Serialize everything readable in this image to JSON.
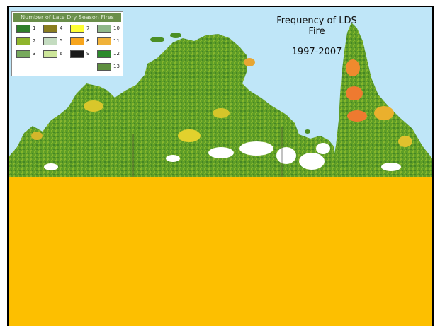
{
  "title": {
    "line1": "Frequency of LDS",
    "line2": "Fire",
    "years": "1997-2007"
  },
  "legend": {
    "title": "Number of Late Dry Season Fires",
    "items": [
      {
        "label": "1",
        "color": "#2f7f2a"
      },
      {
        "label": "2",
        "color": "#8fb52c"
      },
      {
        "label": "3",
        "color": "#77a95c"
      },
      {
        "label": "4",
        "color": "#8a7d1f"
      },
      {
        "label": "5",
        "color": "#c4dcc0"
      },
      {
        "label": "6",
        "color": "#cde69a"
      },
      {
        "label": "7",
        "color": "#ffff33"
      },
      {
        "label": "8",
        "color": "#f7a51d"
      },
      {
        "label": "9",
        "color": "#1a1a1a"
      },
      {
        "label": "10",
        "color": "#8fb88a"
      },
      {
        "label": "11",
        "color": "#f0b23a"
      },
      {
        "label": "12",
        "color": "#2c8a2c"
      },
      {
        "label": "13",
        "color": "#5f8f3f"
      }
    ]
  },
  "colors": {
    "sea": "#bfe6f8",
    "land": "#5a9b2a",
    "band": "#fdbf00"
  }
}
